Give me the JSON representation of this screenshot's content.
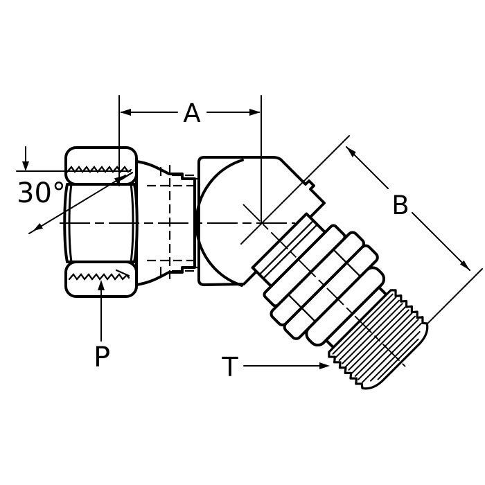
{
  "diagram": {
    "type": "technical-drawing",
    "subject": "45-degree swivel elbow fitting, female swivel nut to male thread",
    "colors": {
      "line": "#000000",
      "background": "#ffffff"
    },
    "labels": {
      "dim_a": "A",
      "dim_b": "B",
      "angle": "30°",
      "port_p": "P",
      "thread_t": "T"
    }
  }
}
